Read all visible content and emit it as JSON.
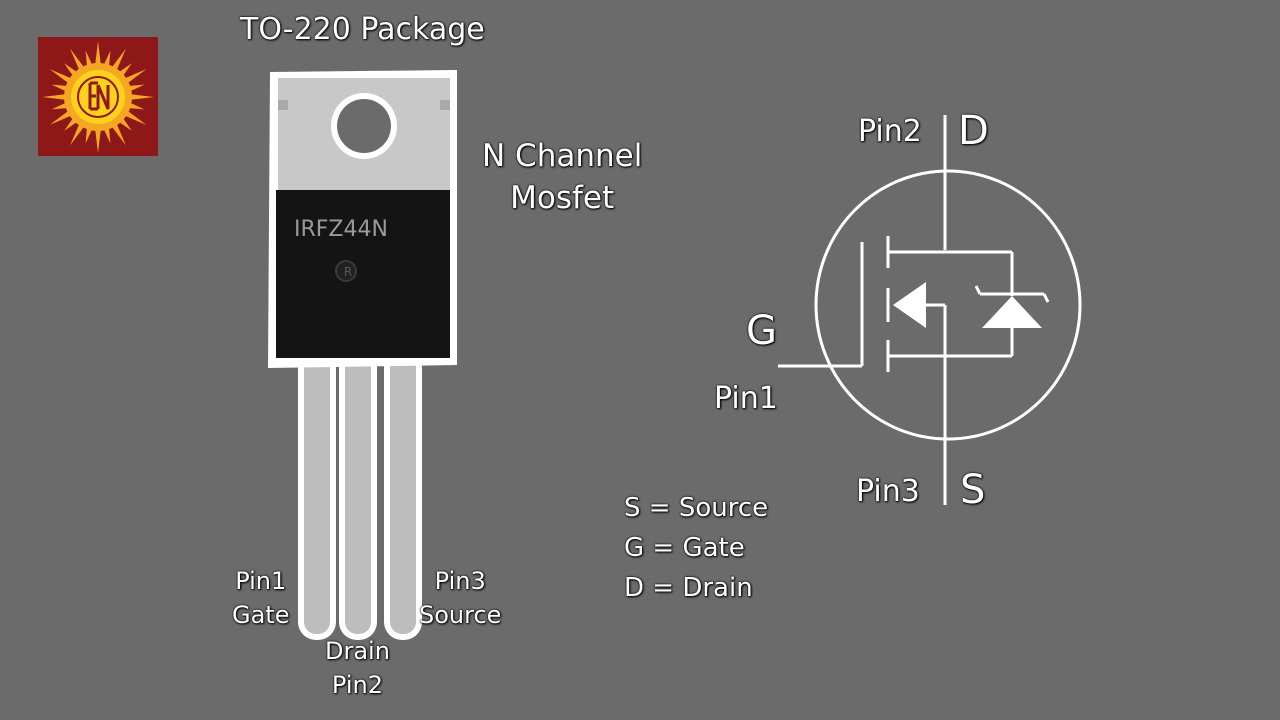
{
  "title": "TO-220 Package",
  "device": {
    "part_number": "IRFZ44N",
    "type_line1": "N Channel",
    "type_line2": "Mosfet"
  },
  "pins": {
    "pin1": {
      "number": "Pin1",
      "name": "Gate"
    },
    "pin2": {
      "number": "Pin2",
      "name": "Drain"
    },
    "pin3": {
      "number": "Pin3",
      "name": "Source"
    }
  },
  "symbol": {
    "drain_label": "D",
    "gate_label": "G",
    "source_label": "S",
    "pin1_label": "Pin1",
    "pin2_label": "Pin2",
    "pin3_label": "Pin3"
  },
  "legend": [
    "S = Source",
    "G = Gate",
    "D = Drain"
  ],
  "logo": {
    "letters": "EN",
    "colors": {
      "background": "#8e1818",
      "sun": "#f5a623",
      "inner": "#ffd21a"
    }
  },
  "colors": {
    "background": "#6b6b6b",
    "tab_metal": "#c8c8c8",
    "body": "#141414",
    "leads": "#bdbdbd",
    "lines": "#ffffff"
  }
}
